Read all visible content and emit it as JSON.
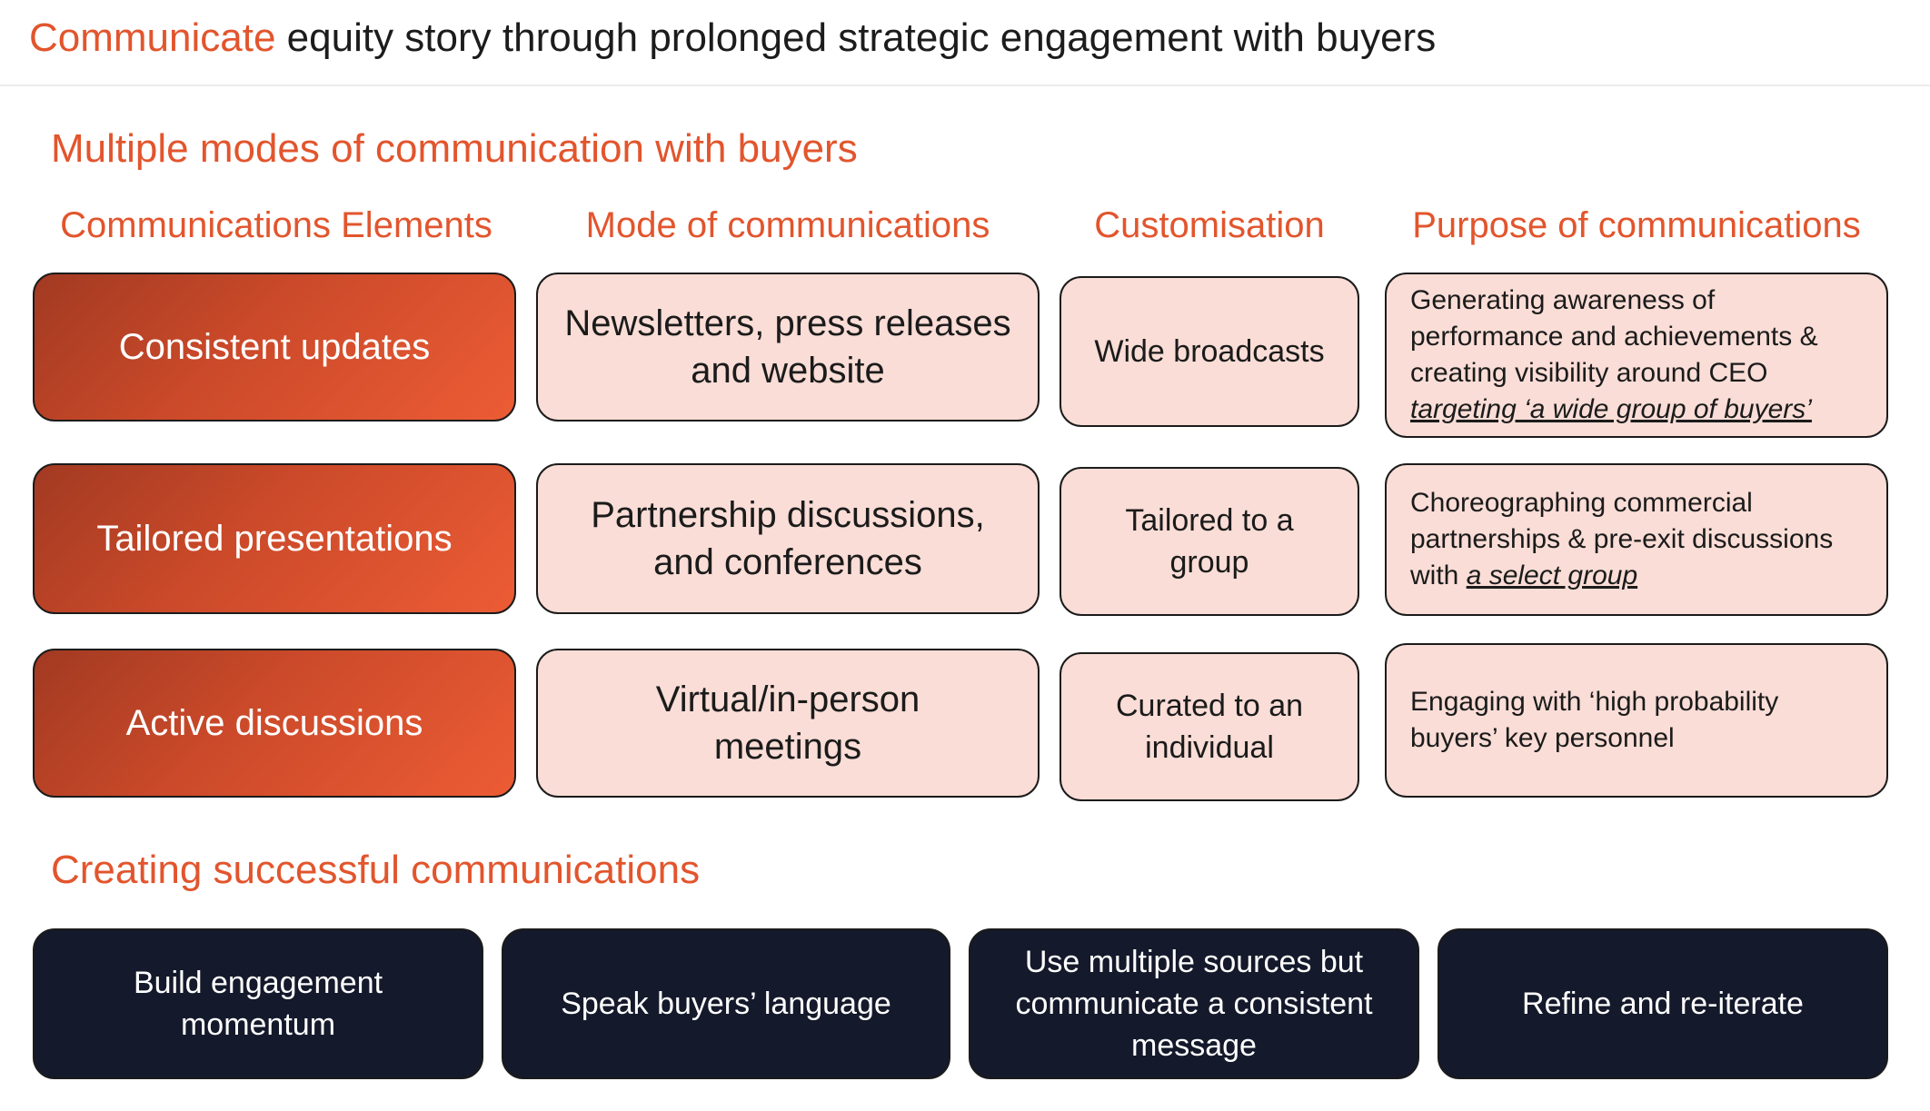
{
  "page": {
    "title_accent": "Communicate",
    "title_rest": " equity story through prolonged strategic engagement with buyers"
  },
  "section1": {
    "heading": "Multiple modes of communication with buyers",
    "columns": {
      "elements": "Communications Elements",
      "mode": "Mode of communications",
      "customisation": "Customisation",
      "purpose": "Purpose of communications"
    },
    "rows": [
      {
        "element": "Consistent updates",
        "mode": [
          "Newsletters, press releases",
          "and website"
        ],
        "customisation": [
          "Wide broadcasts"
        ],
        "purpose": {
          "lines": [
            "Generating awareness of",
            "performance and achievements &",
            "creating visibility around CEO"
          ],
          "emphasis": "targeting ‘a wide group of buyers’"
        }
      },
      {
        "element": "Tailored presentations",
        "mode": [
          "Partnership discussions,",
          "and conferences"
        ],
        "customisation": [
          "Tailored to a",
          "group"
        ],
        "purpose": {
          "lines": [
            "Choreographing commercial",
            "partnerships & pre-exit discussions"
          ],
          "prefix": "with ",
          "emphasis": "a select group"
        }
      },
      {
        "element": "Active discussions",
        "mode": [
          "Virtual/in-person",
          "meetings"
        ],
        "customisation": [
          "Curated to an",
          "individual"
        ],
        "purpose": {
          "lines": [
            "Engaging with ‘high probability",
            "buyers’ key personnel"
          ]
        }
      }
    ]
  },
  "section2": {
    "heading": "Creating successful communications",
    "items": [
      [
        "Build engagement",
        "momentum"
      ],
      [
        "Speak buyers’ language"
      ],
      [
        "Use multiple sources but",
        "communicate a consistent",
        "message"
      ],
      [
        "Refine and re-iterate"
      ]
    ]
  },
  "colors": {
    "accent": "#e2552d",
    "element_gradient_start": "#a23a22",
    "element_gradient_end": "#ec5c35",
    "pink_fill": "#f9ddd6",
    "navy_fill": "#14192b"
  }
}
